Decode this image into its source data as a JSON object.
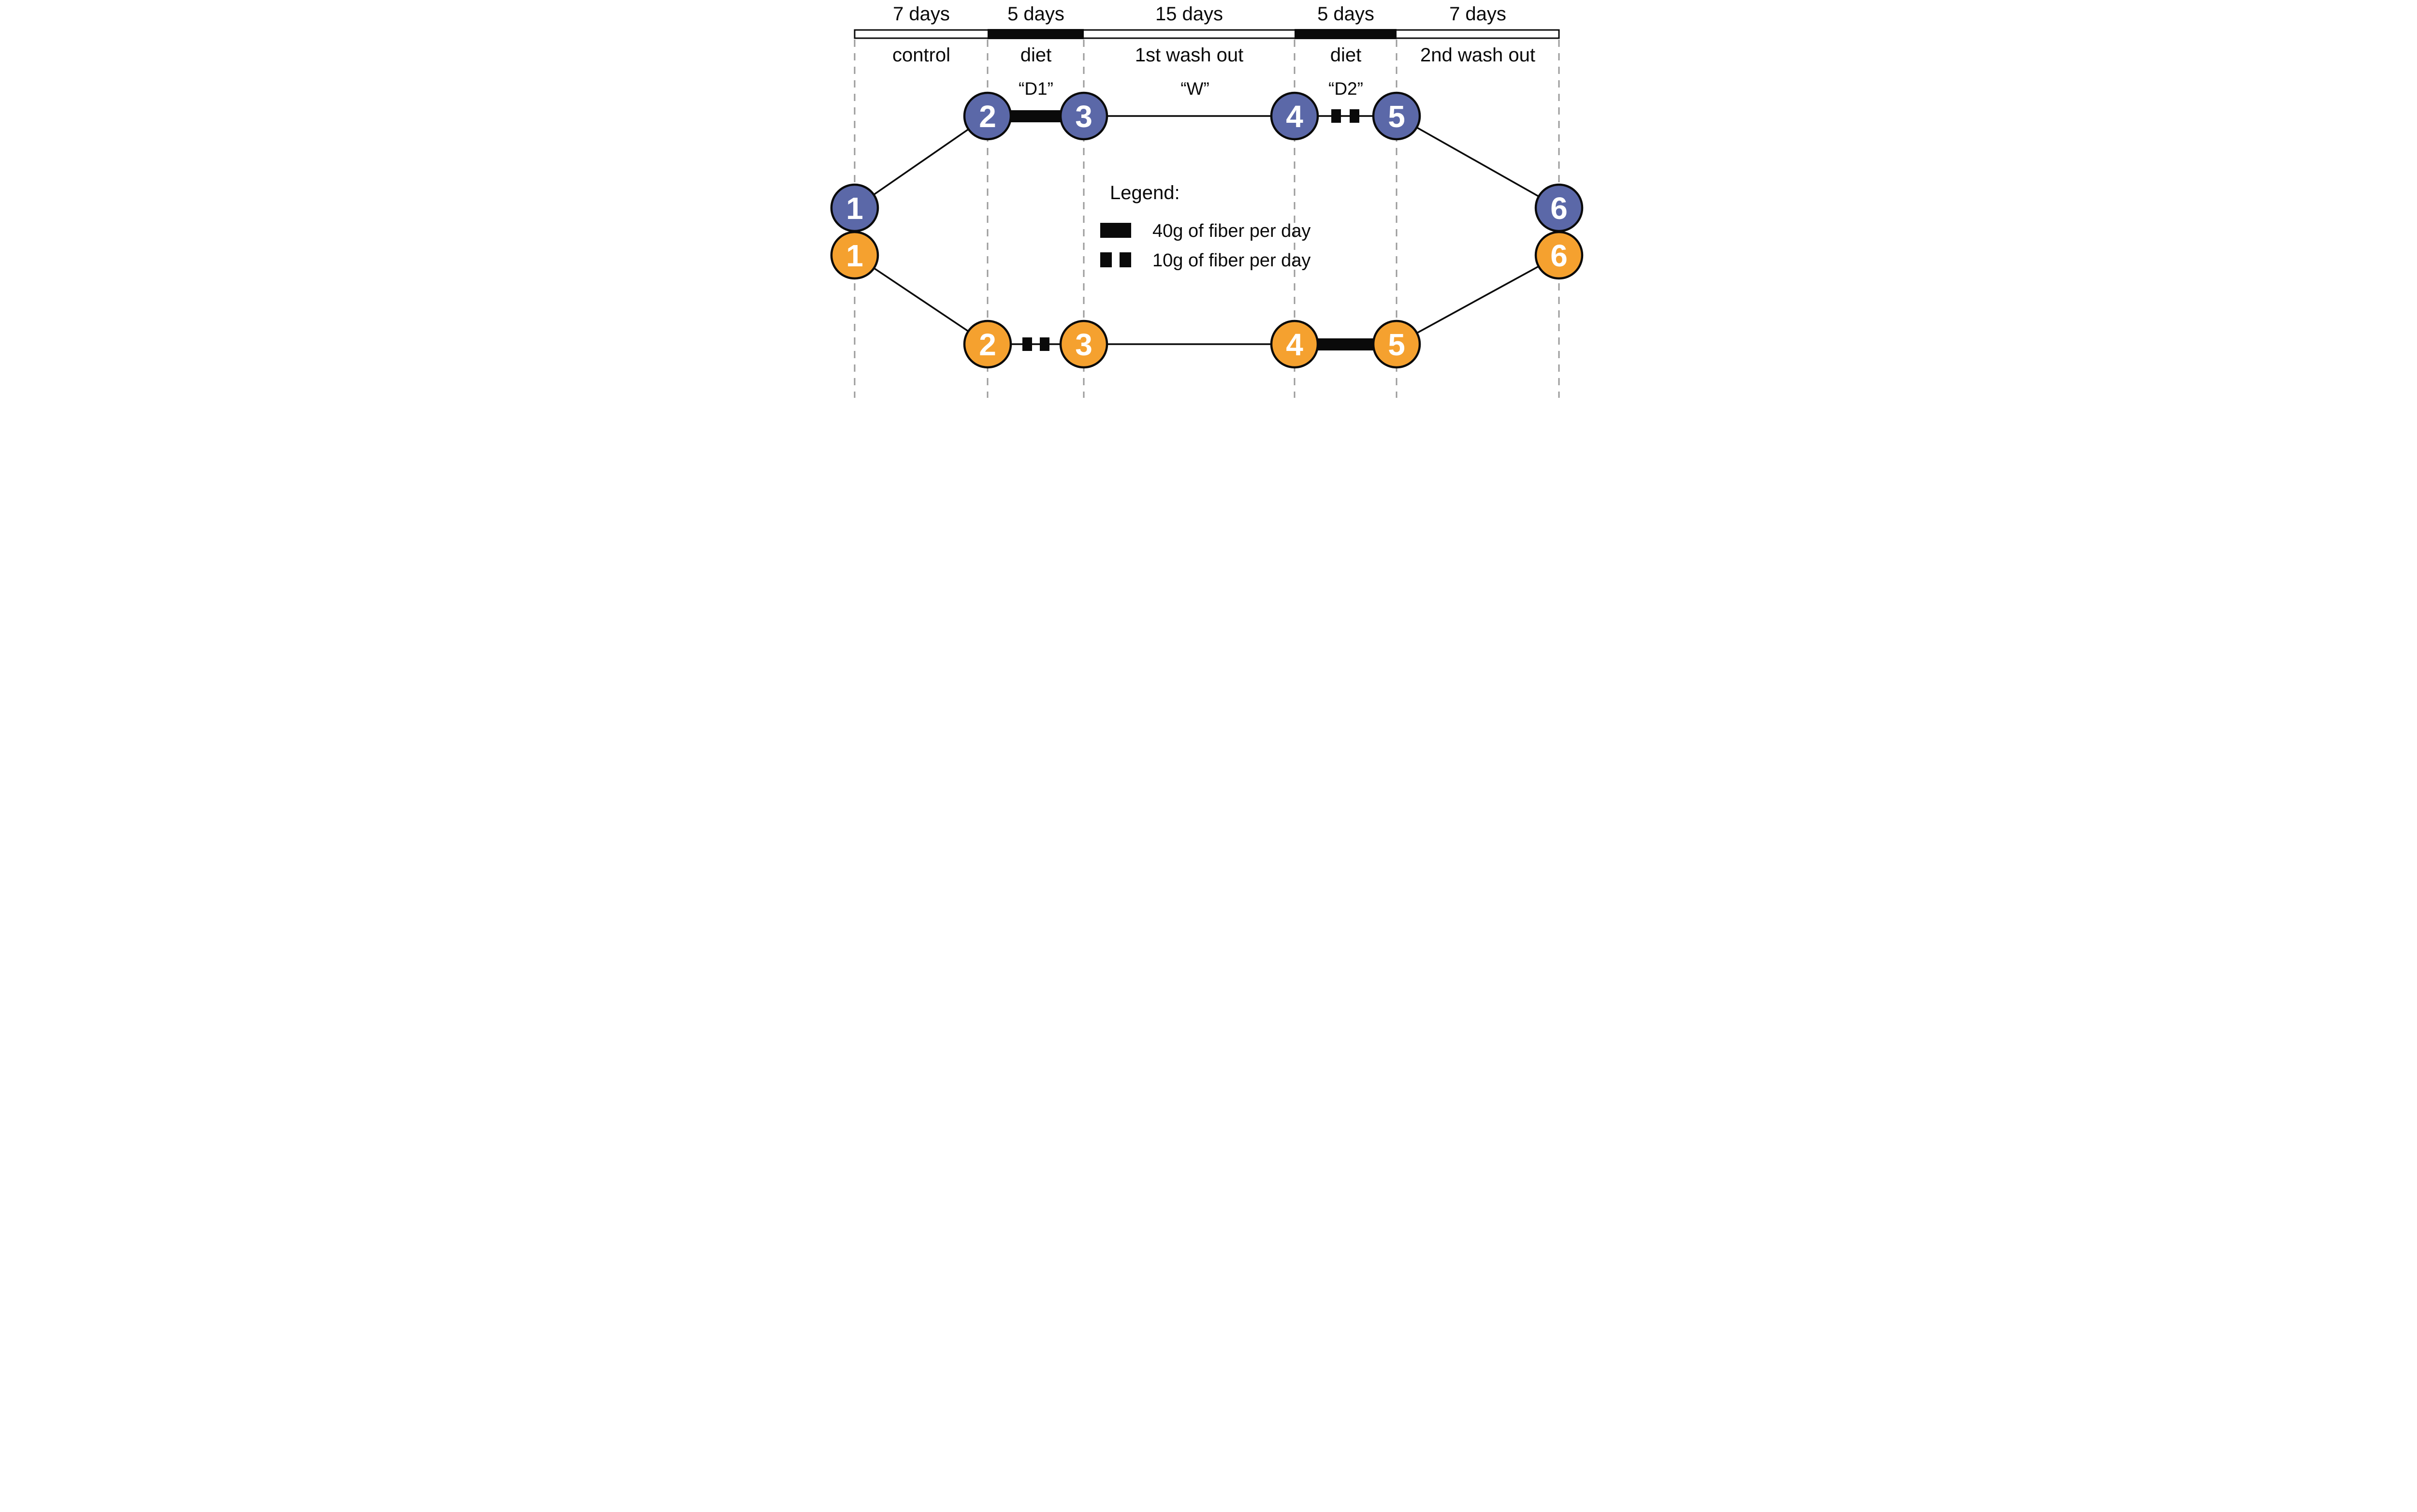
{
  "figure": {
    "timeline": {
      "phases": [
        {
          "duration": "7 days",
          "label": "control"
        },
        {
          "duration": "5 days",
          "label": "diet"
        },
        {
          "duration": "15 days",
          "label": "1st wash out"
        },
        {
          "duration": "5 days",
          "label": "diet"
        },
        {
          "duration": "7 days",
          "label": "2nd wash out"
        }
      ]
    },
    "period_codes": [
      {
        "text": "“D1”"
      },
      {
        "text": "“W”"
      },
      {
        "text": "“D2”"
      }
    ],
    "arms": [
      {
        "id": "sequence-high-first",
        "color": "#5B68A8",
        "visits": [
          "1",
          "2",
          "3",
          "4",
          "5",
          "6"
        ]
      },
      {
        "id": "sequence-low-first",
        "color": "#F5A12F",
        "visits": [
          "1",
          "2",
          "3",
          "4",
          "5",
          "6"
        ]
      }
    ],
    "legend": {
      "title": "Legend:",
      "items": [
        {
          "label": "40g of fiber per day"
        },
        {
          "label": "10g of fiber per day"
        }
      ]
    }
  }
}
